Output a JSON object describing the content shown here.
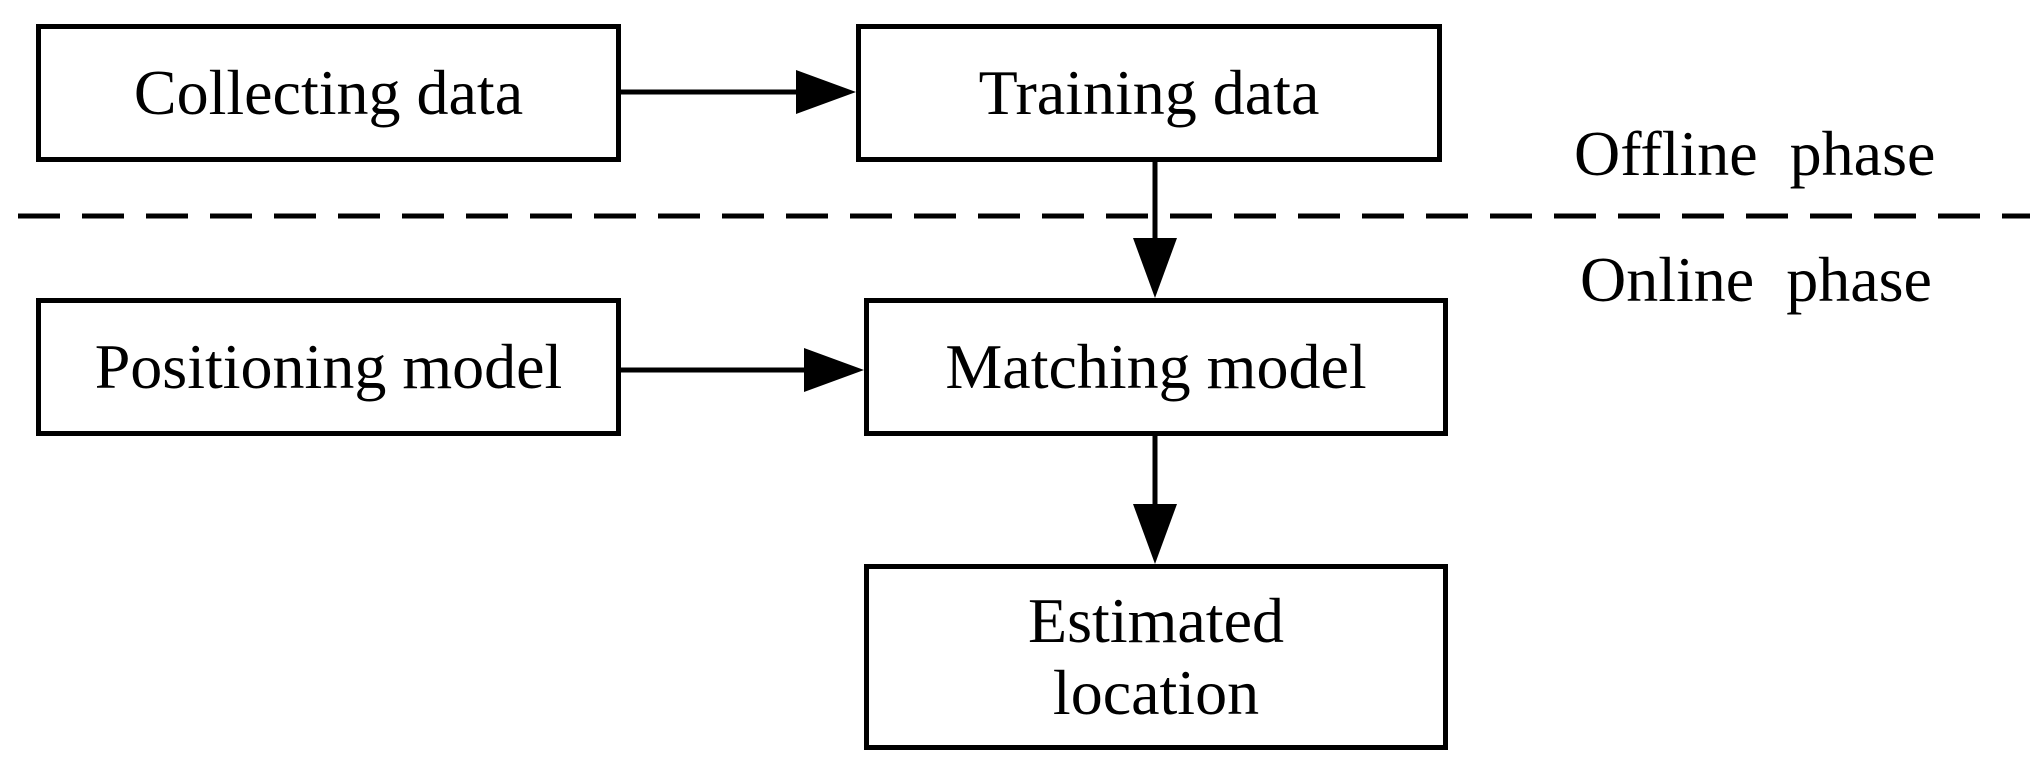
{
  "nodes": {
    "collecting": "Collecting data",
    "training": "Training data",
    "positioning": "Positioning model",
    "matching": "Matching model",
    "estimated": "Estimated\nlocation"
  },
  "phases": {
    "offline": "Offline  phase",
    "online": "Online  phase"
  },
  "colors": {
    "stroke": "#000000",
    "background": "#ffffff"
  }
}
